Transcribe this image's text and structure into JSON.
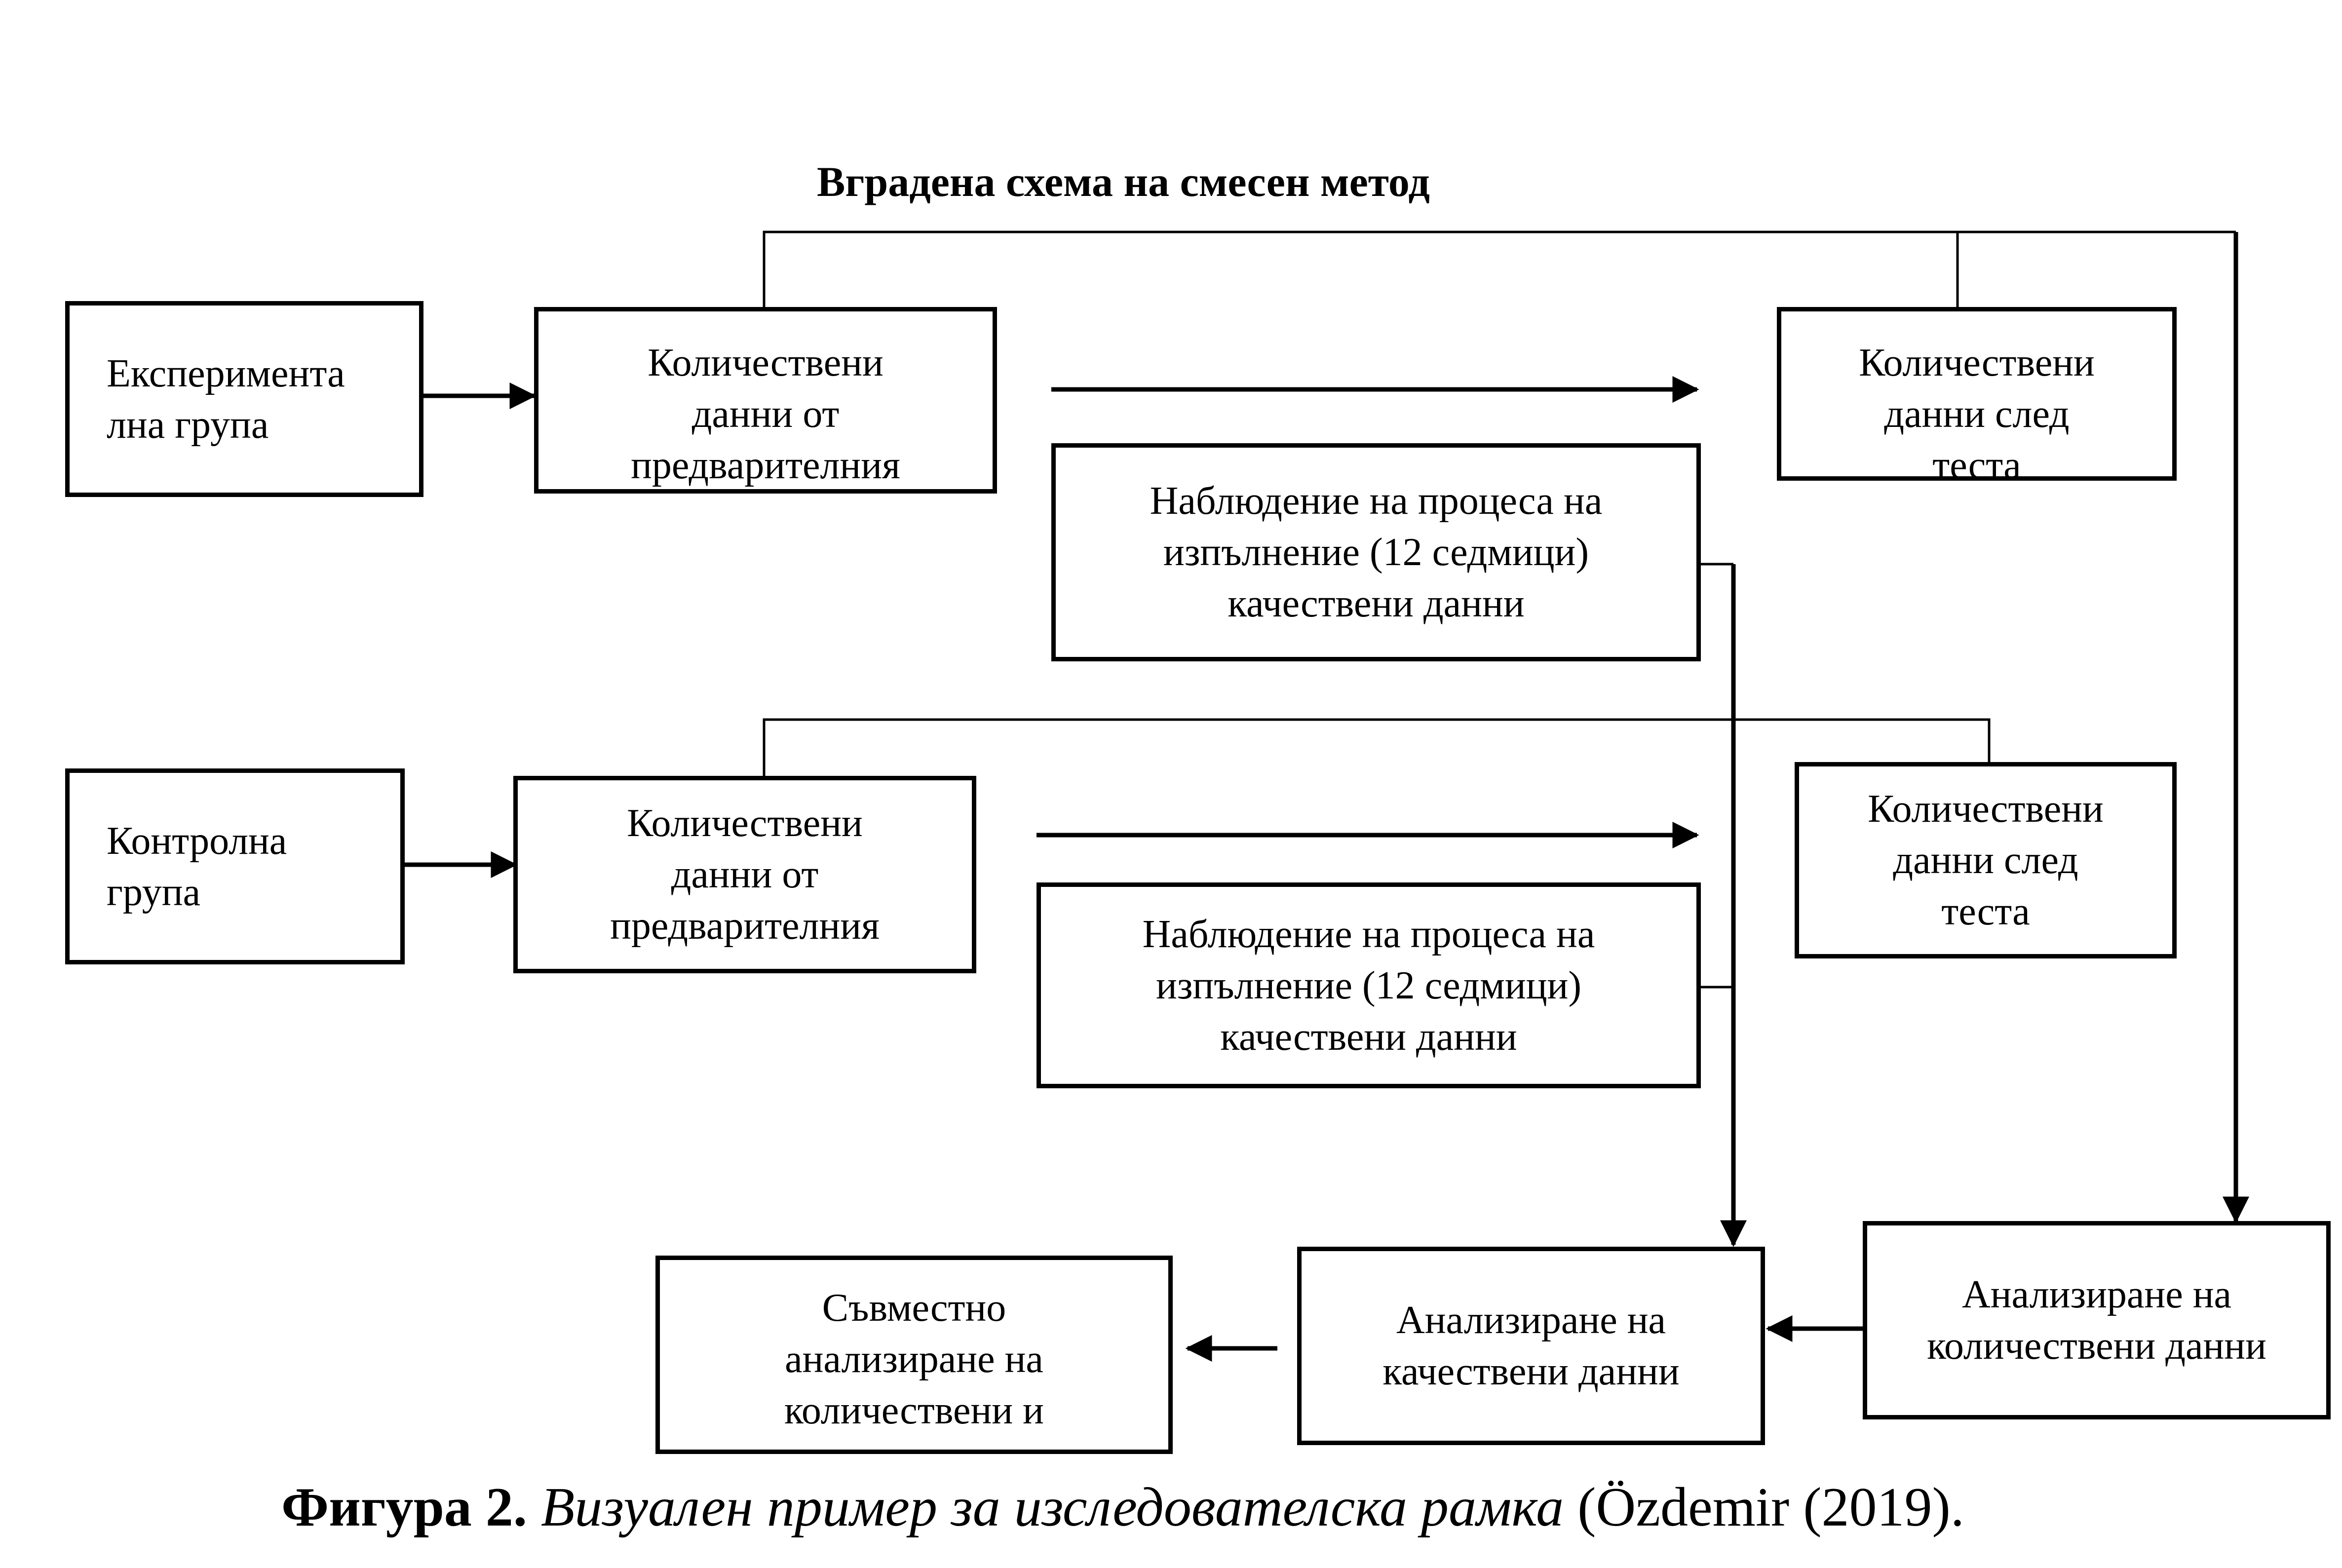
{
  "title": "Вградена схема на смесен метод",
  "boxes": {
    "exp_group": [
      "Експеримента",
      "лна група"
    ],
    "exp_pre": [
      "Количествени",
      "данни от",
      "предварителния"
    ],
    "exp_post": [
      "Количествени",
      "данни след",
      "теста"
    ],
    "exp_obs": [
      "Наблюдение на процеса на",
      "изпълнение (12 седмици)",
      "качествени данни"
    ],
    "ctrl_group": [
      "Контролна",
      "група"
    ],
    "ctrl_pre": [
      "Количествени",
      "данни от",
      "предварителния"
    ],
    "ctrl_post": [
      "Количествени",
      "данни след",
      "теста"
    ],
    "ctrl_obs": [
      "Наблюдение на процеса на",
      "изпълнение (12 седмици)",
      "качествени данни"
    ],
    "joint": [
      "Съвместно",
      "анализиране на",
      "количествени и"
    ],
    "qual_analysis": [
      "Анализиране на",
      "качествени данни"
    ],
    "quant_analysis": [
      "Анализиране на",
      "количествени данни"
    ]
  },
  "caption": {
    "label": "Фигура 2.",
    "title": " Визуален пример за изследователска рамка",
    "source_open": " (",
    "source": "Özdemir (2019)."
  }
}
